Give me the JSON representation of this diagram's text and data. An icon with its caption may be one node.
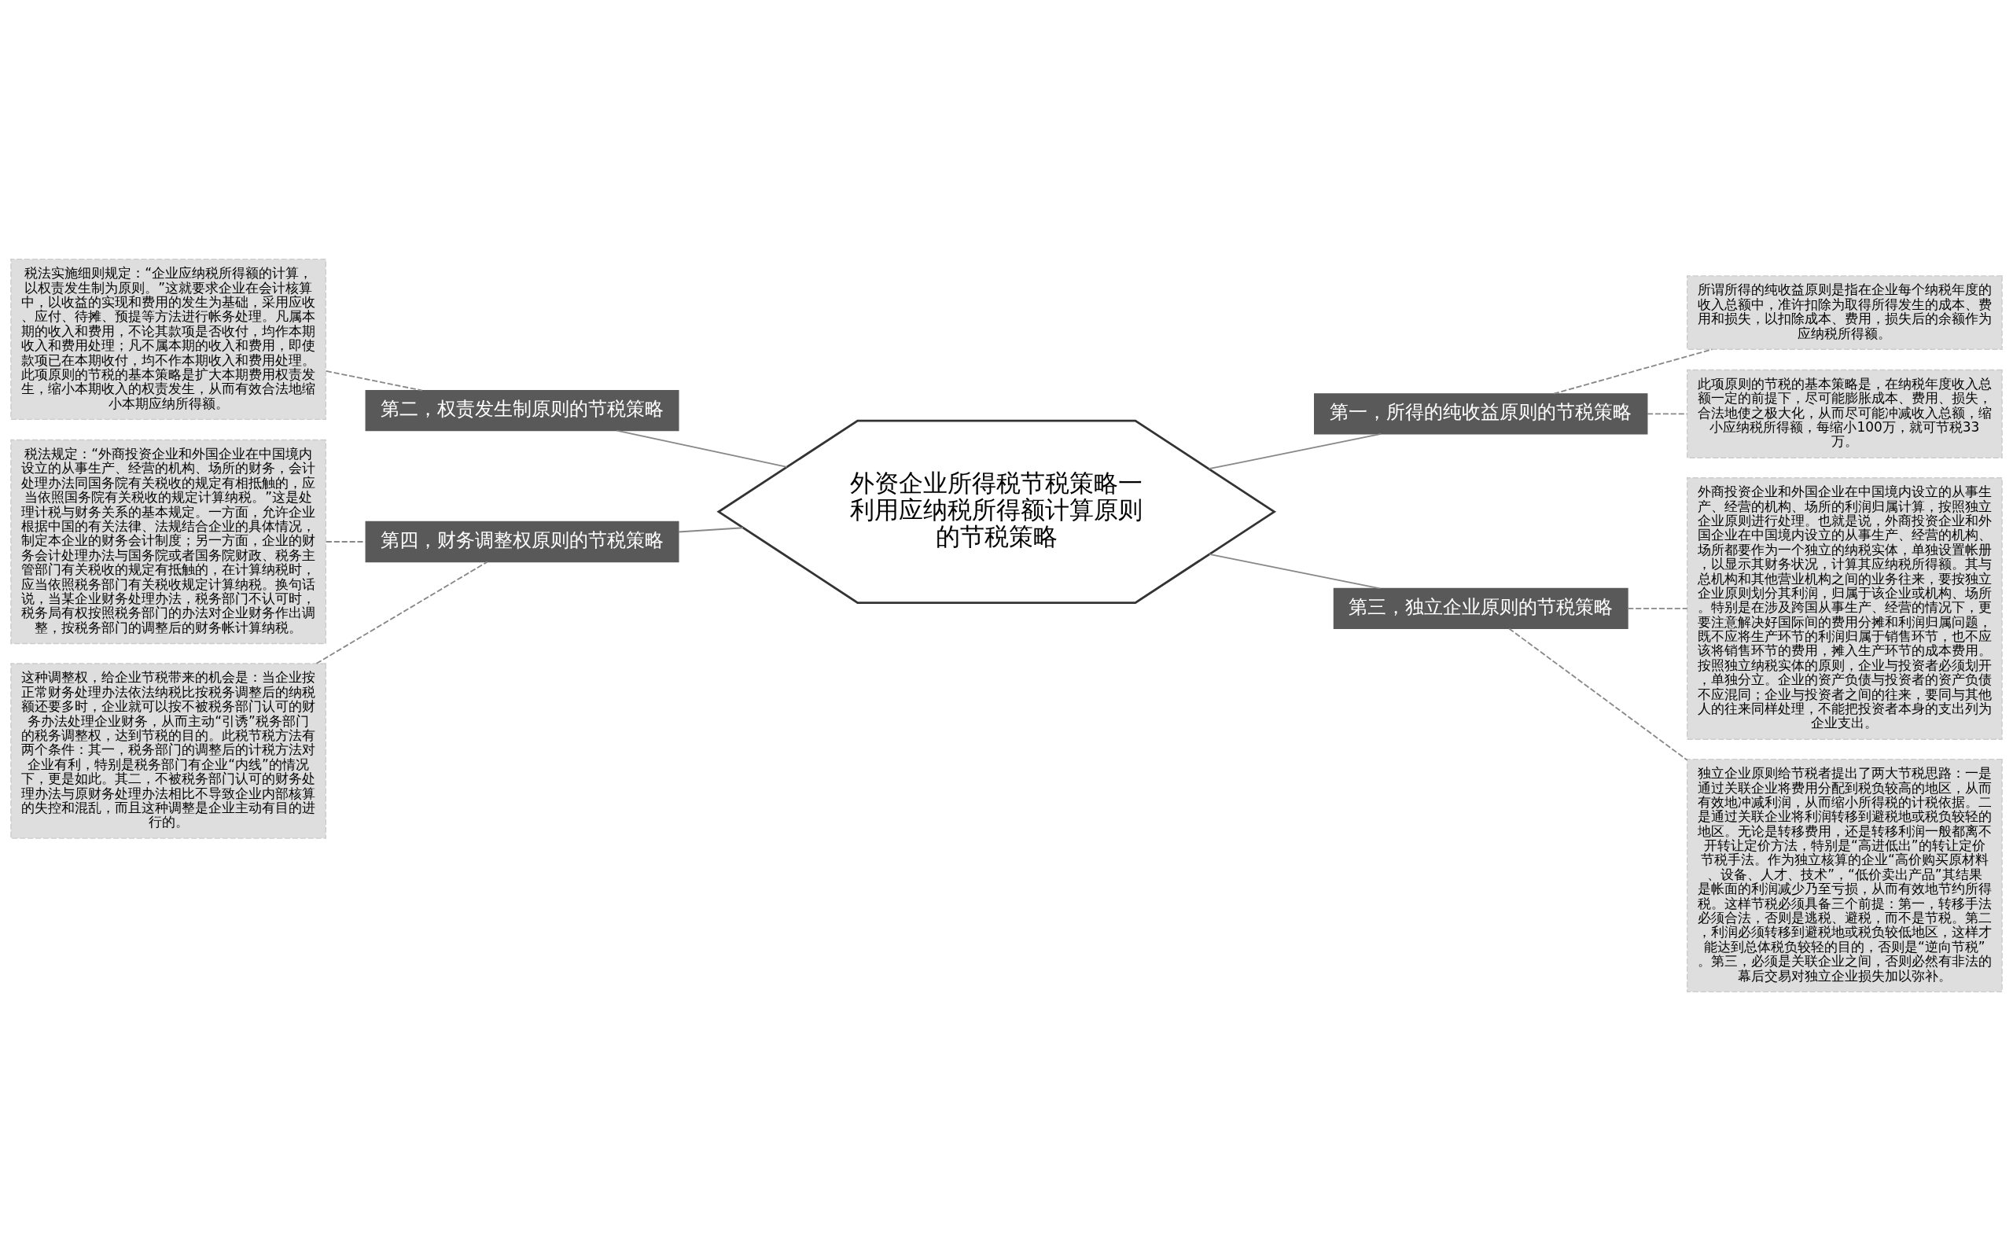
{
  "diagram": {
    "nodes": [
      {
        "text": [
          "外资企业所得税节税策略一利用应纳税所得额计算原则的节税策略"
        ]
      },
      {
        "text": [
          "第一，所得的纯收益原则的节税策略"
        ]
      },
      {
        "text": [
          "所谓所得的纯收益原则是指在企业每个纳税年度的收入总额中，准许扣除为取得所得发生的成本、费用和损失，以扣除成本、费用，损失后的余额作为应纳税所得额。"
        ]
      },
      {
        "text": [
          "此项原则的节税的基本策略是，在纳税年度收入总额一定的前提下，尽可能膨胀成本、费用、损失，合法地使之极大化，从而尽可能冲减收入总额，缩小应纳税所得额，每缩小100万，就可节税33万。"
        ]
      },
      {
        "text": [
          "第二，权责发生制原则的节税策略"
        ]
      },
      {
        "text": [
          "税法实施细则规定：“企业应纳税所得额的计算，以权责发生制为原则。”这就要求企业在会计核算中，以收益的实现和费用的发生为基础，采用应收、应付、待摊、预提等方法进行帐务处理。凡属本期的收入和费用，不论其款项是否收付，均作本期收入和费用处理；凡不属本期的收入和费用，即使款项已在本期收付，均不作本期收入和费用处理。此项原则的节税的基本策略是扩大本期费用权责发生，缩小本期收入的权责发生，从而有效合法地缩小本期应纳所得额。"
        ]
      },
      {
        "text": [
          "第三，独立企业原则的节税策略"
        ]
      },
      {
        "text": [
          "外商投资企业和外国企业在中国境内设立的从事生产、经营的机构、场所的利润归属计算，按照独立企业原则进行处理。也就是说，外商投资企业和外国企业在中国境内设立的从事生产、经营的机构、场所都要作为一个独立的纳税实体，单独设置帐册，以显示其财务状况，计算其应纳税所得额。其与总机构和其他营业机构之间的业务往来，要按独立企业原则划分其利润，归属于该企业或机构、场所。特别是在涉及跨国从事生产、经营的情况下，更要注意解决好国际间的费用分摊和利润归属问题，既不应将生产环节的利润归属于销售环节，也不应该将销售环节的费用，摊入生产环节的成本费用。按照独立纳税实体的原则，企业与投资者必须划开，单独分立。企业的资产负债与投资者的资产负债不应混同；企业与投资者之间的往来，要同与其他人的往来同样处理，不能把投资者本身的支出列为企业支出。"
        ]
      },
      {
        "text": [
          "独立企业原则给节税者提出了两大节税思路：一是通过关联企业将费用分配到税负较高的地区，从而有效地冲减利润，从而缩小所得税的计税依据。二是通过关联企业将利润转移到避税地或税负较轻的地区。无论是转移费用，还是转移利润一般都离不开转让定价方法，特别是“高进低出”的转让定价节税手法。作为独立核算的企业“高价购买原材料、设备、人才、技术”，“低价卖出产品”其结果是帐面的利润减少乃至亏损，从而有效地节约所得税。这样节税必须具备三个前提：第一，转移手法必须合法，否则是逃税、避税，而不是节税。第二，利润必须转移到避税地或税负较低地区，这样才能达到总体税负较轻的目的，否则是“逆向节税”。第三，必须是关联企业之间，否则必然有非法的幕后交易对独立企业损失加以弥补。"
        ]
      },
      {
        "text": [
          "第四，财务调整权原则的节税策略"
        ]
      },
      {
        "text": [
          "税法规定：“外商投资企业和外国企业在中国境内设立的从事生产、经营的机构、场所的财务，会计处理办法同国务院有关税收的规定有相抵触的，应当依照国务院有关税收的规定计算纳税。”这是处理计税与财务关系的基本规定。一方面，允许企业根据中国的有关法律、法规结合企业的具体情况，制定本企业的财务会计制度；另一方面，企业的财务会计处理办法与国务院或者国务院财政、税务主管部门有关税收的规定有抵触的，在计算纳税时，应当依照税务部门有关税收规定计算纳税。换句话说，当某企业财务处理办法，税务部门不认可时，税务局有权按照税务部门的办法对企业财务作出调整，按税务部门的调整后的财务帐计算纳税。"
        ]
      },
      {
        "text": [
          "这种调整权，给企业节税带来的机会是：当企业按正常财务处理办法依法纳税比按税务调整后的纳税额还要多时，企业就可以按不被税务部门认可的财务办法处理企业财务，从而主动“引诱”税务部门的税务调整权，达到节税的目的。此税节税方法有两个条件：其一，税务部门的调整后的计税方法对企业有利，特别是税务部门有企业“内线”的情况下，更是如此。其二，不被税务部门认可的财务处理办法与原财务处理办法相比不导致企业内部核算的失控和混乱，而且这种调整是企业主动有目的进行的。"
        ]
      }
    ],
    "edges": [
      {
        "from": 5,
        "to": 4,
        "arrow": "none",
        "style": "dashed"
      },
      {
        "from": 10,
        "to": 9,
        "arrow": "none",
        "style": "dashed"
      },
      {
        "from": 11,
        "to": 9,
        "arrow": "none",
        "style": "dashed"
      },
      {
        "from": 4,
        "to": 0,
        "arrow": "none"
      },
      {
        "from": 9,
        "to": 0,
        "arrow": "none"
      },
      {
        "from": 0,
        "to": 1,
        "arrow": "none"
      },
      {
        "from": 0,
        "to": 6,
        "arrow": "none"
      },
      {
        "from": 1,
        "to": 2,
        "arrow": "none",
        "style": "dashed"
      },
      {
        "from": 1,
        "to": 3,
        "arrow": "none",
        "style": "dashed"
      },
      {
        "from": 6,
        "to": 7,
        "arrow": "none",
        "style": "dashed"
      },
      {
        "from": 6,
        "to": 8,
        "arrow": "none",
        "style": "dashed"
      }
    ]
  }
}
